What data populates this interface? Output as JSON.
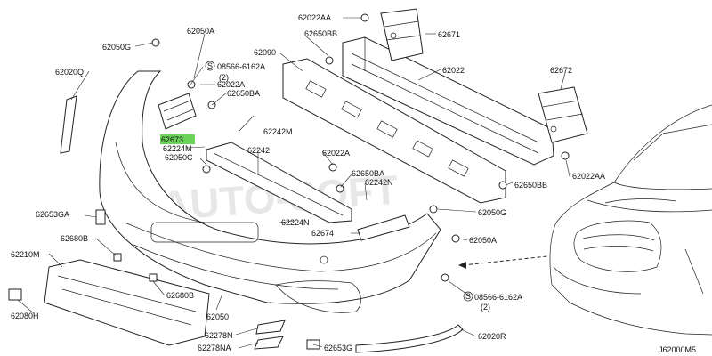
{
  "diagram": {
    "code": "J62000M5",
    "watermark": "AUTO-SOFT",
    "highlight_color": "#6bd35a",
    "labels": {
      "l62022AA_top": "62022AA",
      "l62671": "62671",
      "l62050G_top": "62050G",
      "l62050A_top": "62050A",
      "l62650BB_top": "62650BB",
      "l62090": "62090",
      "l62020Q": "62020Q",
      "s08566_top": "08566-6162A",
      "s08566_top_qty": "(2)",
      "l62022A_1": "62022A",
      "l62650BA_1": "62650BA",
      "l62022": "62022",
      "l62672": "62672",
      "l62242M": "62242M",
      "l62673": "62673",
      "l62224M": "62224M",
      "l62050C": "62050C",
      "l62242": "62242",
      "l62022A_2": "62022A",
      "l62650BA_2": "62650BA",
      "l62242N": "62242N",
      "l62650BB_bot": "62650BB",
      "l62022AA_bot": "62022AA",
      "l62653GA": "62653GA",
      "l62224N": "62224N",
      "l62050G_bot": "62050G",
      "l62674": "62674",
      "l62680B_1": "62680B",
      "l62050A_bot": "62050A",
      "l62210M": "62210M",
      "l62680B_2": "62680B",
      "s08566_bot": "08566-6162A",
      "s08566_bot_qty": "(2)",
      "l62080H": "62080H",
      "l62050": "62050",
      "l62278N": "62278N",
      "l62278NA": "62278NA",
      "l62653G": "62653G",
      "l62020R": "62020R"
    }
  }
}
